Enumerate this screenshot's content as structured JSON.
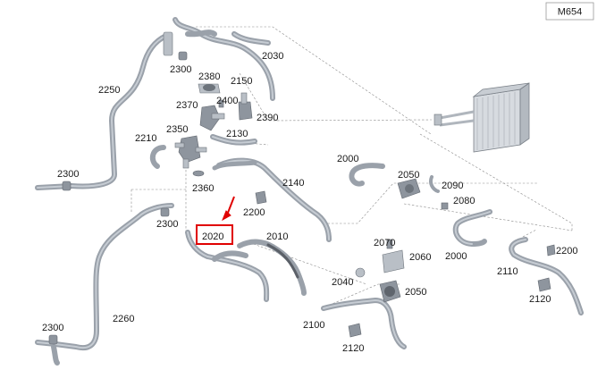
{
  "model_code": "M654",
  "highlighted_part": "2020",
  "highlight_color": "#e00000",
  "labels": {
    "l2030": "2030",
    "l2300a": "2300",
    "l2380": "2380",
    "l2150": "2150",
    "l2250": "2250",
    "l2400": "2400",
    "l2370": "2370",
    "l2390": "2390",
    "l2350": "2350",
    "l2210": "2210",
    "l2130": "2130",
    "l2300b": "2300",
    "l2360": "2360",
    "l2140": "2140",
    "l2200a": "2200",
    "l2300c": "2300",
    "l2020": "2020",
    "l2010": "2010",
    "l2000a": "2000",
    "l2050a": "2050",
    "l2090": "2090",
    "l2080": "2080",
    "l2000b": "2000",
    "l2070": "2070",
    "l2060": "2060",
    "l2040": "2040",
    "l2050b": "2050",
    "l2100": "2100",
    "l2120a": "2120",
    "l2110": "2110",
    "l2200b": "2200",
    "l2120b": "2120",
    "l2260": "2260",
    "l2300d": "2300"
  }
}
